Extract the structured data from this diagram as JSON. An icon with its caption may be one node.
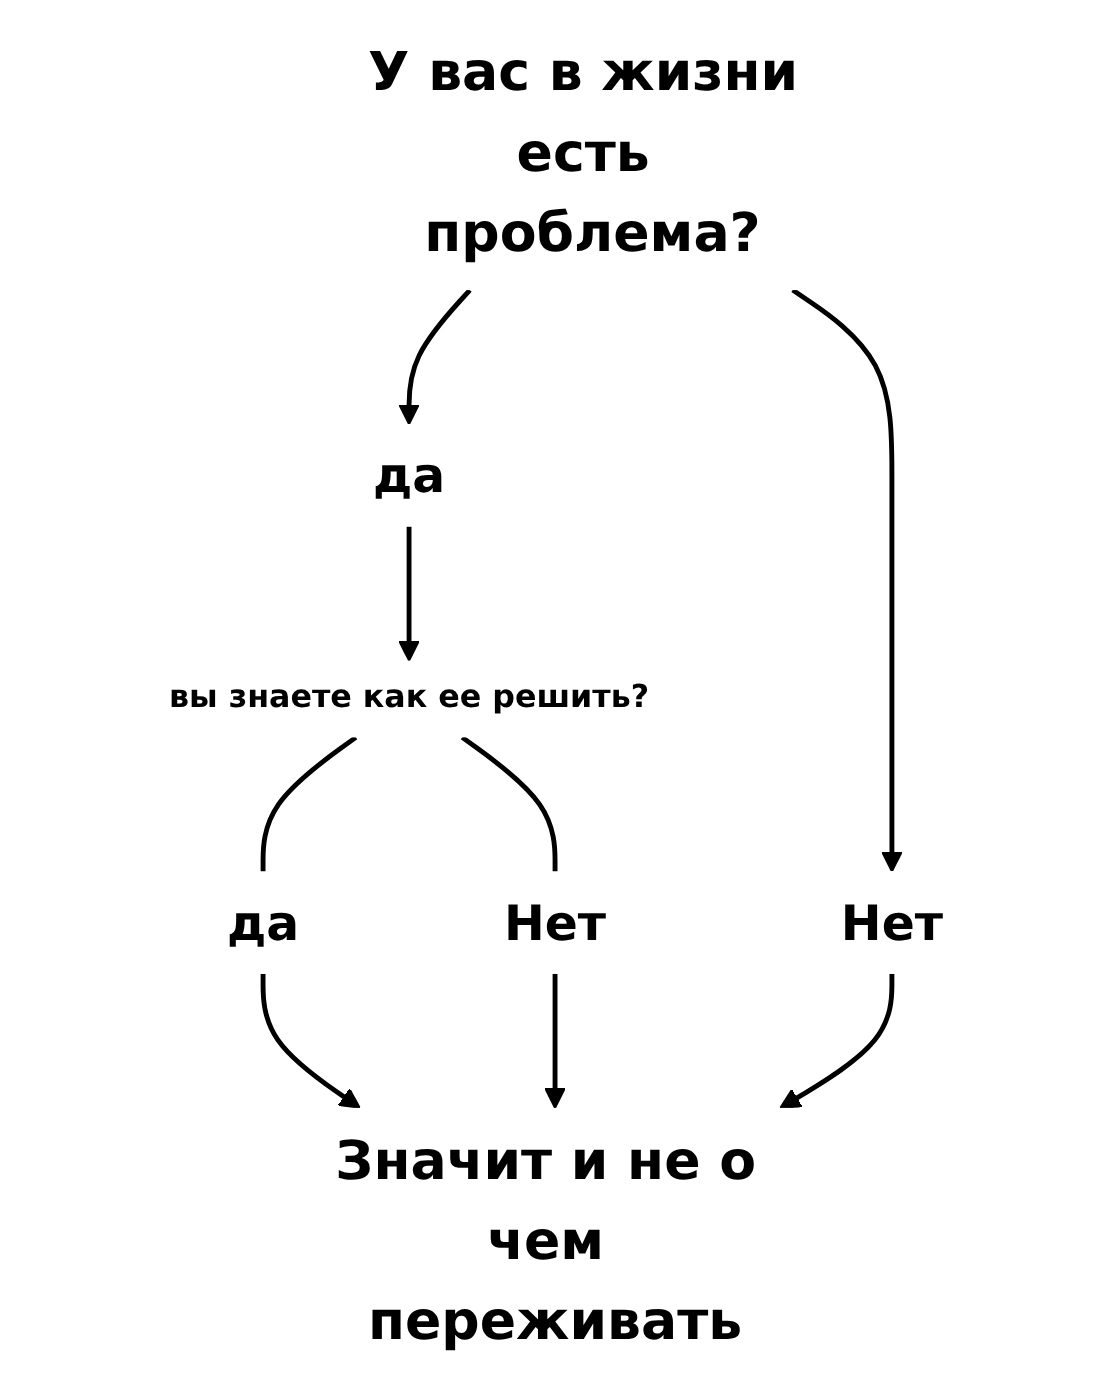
{
  "diagram": {
    "nodes": [
      {
        "text": [
          "У вас в жизни есть проблема?"
        ]
      },
      {
        "text": [
          "да"
        ]
      },
      {
        "text": [
          "Нет"
        ]
      },
      {
        "text": [
          "вы знаете как ее решить?"
        ]
      },
      {
        "text": [
          "да"
        ]
      },
      {
        "text": [
          "Нет"
        ]
      },
      {
        "text": [
          "Значит и не о чем переживать"
        ]
      }
    ],
    "edges": [
      {
        "from": 0,
        "to": 1,
        "arrow": "to"
      },
      {
        "from": 0,
        "to": 2,
        "arrow": "to"
      },
      {
        "from": 1,
        "to": 3,
        "arrow": "to"
      },
      {
        "from": 3,
        "to": 4,
        "arrow": "none"
      },
      {
        "from": 3,
        "to": 5,
        "arrow": "none"
      },
      {
        "from": 4,
        "to": 6,
        "arrow": "to"
      },
      {
        "from": 5,
        "to": 6,
        "arrow": "to"
      },
      {
        "from": 2,
        "to": 6,
        "arrow": "to"
      }
    ]
  }
}
